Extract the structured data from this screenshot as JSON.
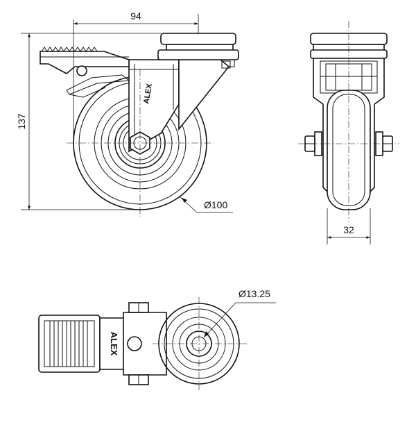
{
  "dimensions": {
    "offset": "94",
    "height": "137",
    "wheel_diameter": "Ø100",
    "wheel_width": "32",
    "bolt_hole": "Ø13.25"
  },
  "brand_mark": "ALEX",
  "colors": {
    "line": "#111111",
    "background": "#ffffff"
  }
}
